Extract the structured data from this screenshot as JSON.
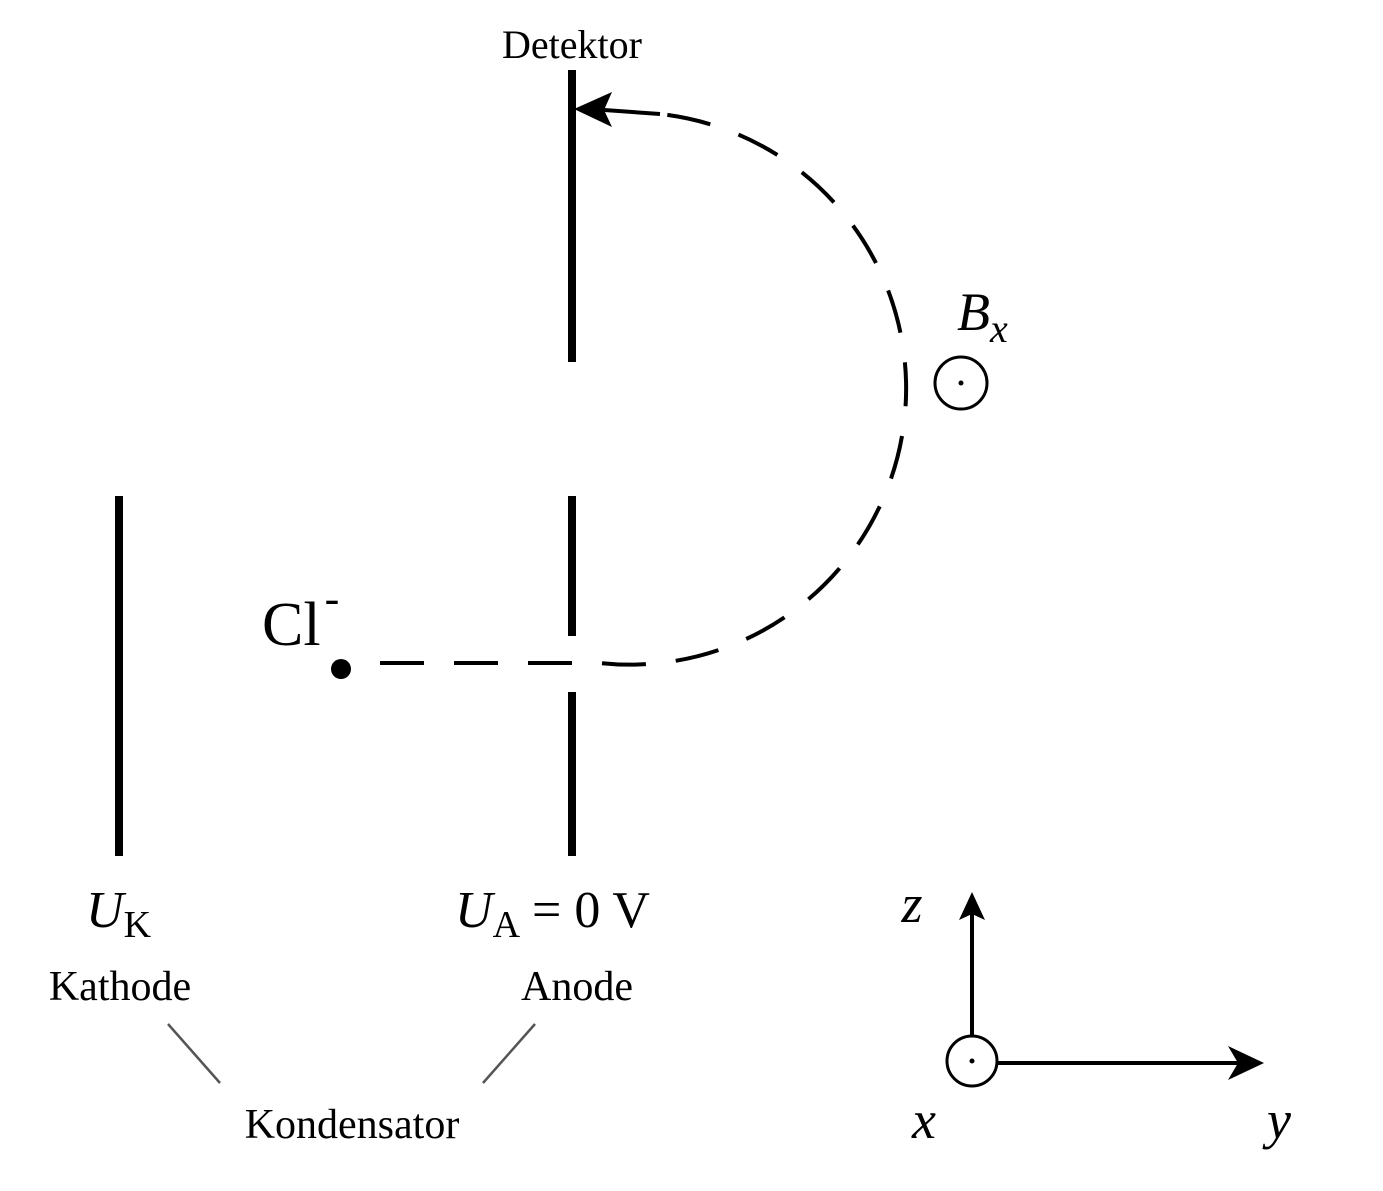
{
  "labels": {
    "detector": "Detektor",
    "ion_symbol": "Cl",
    "ion_charge": "-",
    "field_symbol": "B",
    "field_subscript": "x",
    "cathode_voltage_symbol": "U",
    "cathode_voltage_subscript": "K",
    "anode_voltage_symbol": "U",
    "anode_voltage_subscript": "A",
    "anode_voltage_value": "= 0 V",
    "cathode": "Kathode",
    "anode": "Anode",
    "capacitor": "Kondensator"
  },
  "axes": {
    "z": "z",
    "x": "x",
    "y": "y"
  }
}
